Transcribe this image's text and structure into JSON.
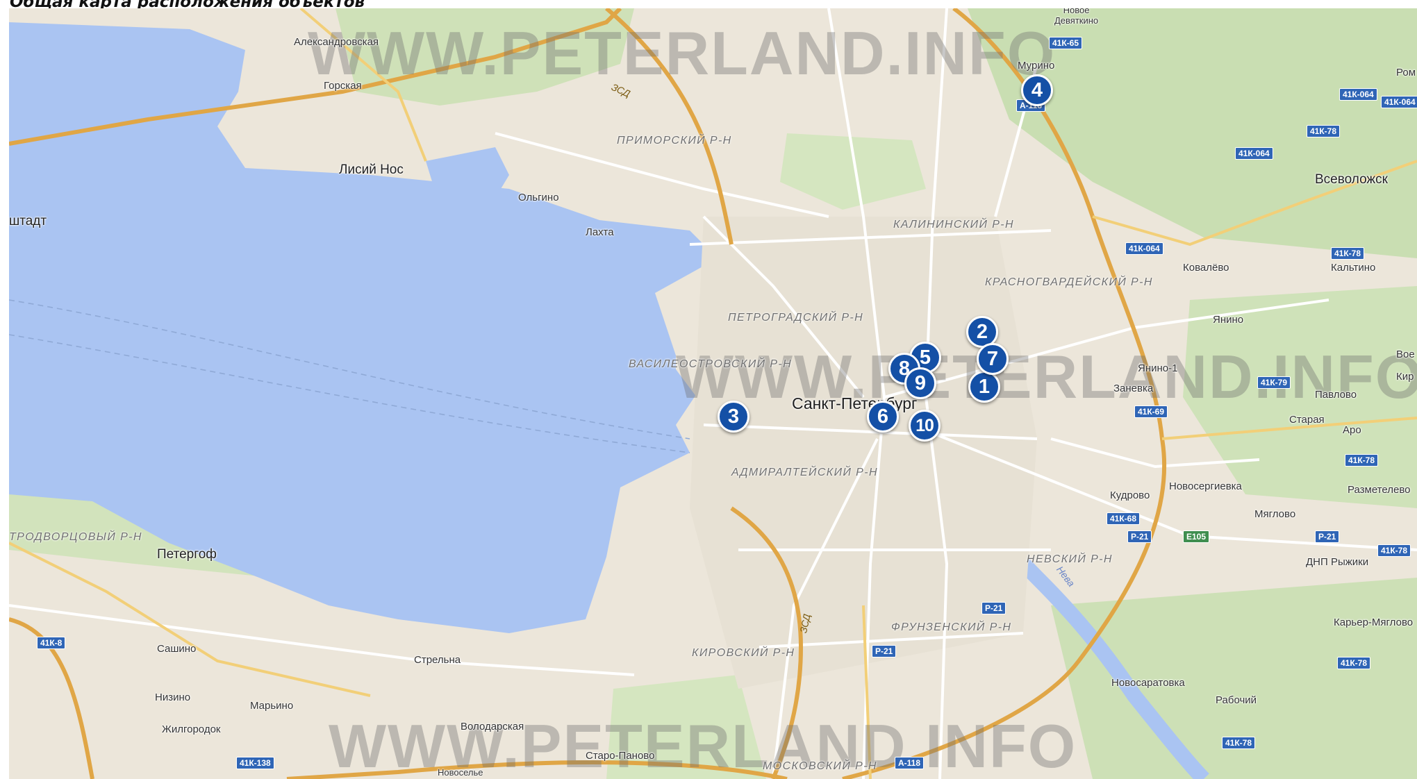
{
  "caption": "Общая карта расположения объектов",
  "watermarks": [
    "WWW.PETERLAND.INFO",
    "WWW.PETERLAND.INFO",
    "WWW.PETERLAND.INFO"
  ],
  "city_label": "Санкт-Петербург",
  "places": {
    "aleksandrovskaya": "Александровская",
    "gorskaya": "Горская",
    "lisiy_nos": "Лисий Нос",
    "olgino": "Ольгино",
    "lakhta": "Лахта",
    "kronshtadt": "штадт",
    "novoe_devyatkino": "Новое\nДевяткино",
    "murino": "Мурино",
    "rom": "Ром",
    "vsevolozhsk": "Всеволожск",
    "kovalevo": "Ковалёво",
    "kaltino": "Кальтино",
    "yanino": "Янино",
    "yanino1": "Янино-1",
    "zanevka": "Заневка",
    "pavlovo": "Павлово",
    "voe": "Вое",
    "kir": "Кир",
    "staraya": "Старая",
    "aro": "Аро",
    "razmetelevo": "Разметелево",
    "kudrovo": "Кудрово",
    "novosergievka": "Новосергиевка",
    "maglovo": "Мяглово",
    "dnp_ryzhiki": "ДНП Рыжики",
    "karyer_myaglovo": "Карьер-Мяглово",
    "novosaratovka": "Новосаратовка",
    "rabochiy": "Рабочий",
    "peterhof": "Петергоф",
    "sashino": "Сашино",
    "strelna": "Стрельна",
    "nizino": "Низино",
    "maryino": "Марьино",
    "zhilgorodok": "Жилгородок",
    "volodarskaya": "Володарская",
    "staro_panovo": "Старо-Паново",
    "novoselye": "Новоселье"
  },
  "districts": {
    "primorsky": "ПРИМОРСКИЙ Р-Н",
    "kalininsky": "КАЛИНИНСКИЙ Р-Н",
    "krasnogvardeysky": "КРАСНОГВАРДЕЙСКИЙ Р-Н",
    "petrogradsky": "ПЕТРОГРАДСКИЙ Р-Н",
    "vasileostrovsky": "ВАСИЛЕОСТРОВСКИЙ Р-Н",
    "admiralteysky": "АДМИРАЛТЕЙСКИЙ Р-Н",
    "petrodvortsovy": "ТРОДВОРЦОВЫЙ Р-Н",
    "nevsky": "НЕВСКИЙ Р-Н",
    "frunzensky": "ФРУНЗЕНСКИЙ Р-Н",
    "kirovsky": "КИРОВСКИЙ Р-Н",
    "moskovsky": "МОСКОВСКИЙ Р-Н"
  },
  "road_labels": {
    "zsd_north": "ЗСД",
    "zsd_south": "ЗСД",
    "neva": "Нева"
  },
  "shields": {
    "k65": "41К-65",
    "a118_north": "А-118",
    "k064_a": "41К-064",
    "k064_b": "41К-064",
    "k064_c": "41К-064",
    "k064_d": "41К-064",
    "k78_a": "41К-78",
    "k78_b": "41К-78",
    "k78_c": "41К-78",
    "k78_d": "41К-78",
    "k78_e": "41К-78",
    "k78_f": "41К-78",
    "k79": "41К-79",
    "k69": "41К-69",
    "k68": "41К-68",
    "p21_a": "Р-21",
    "p21_b": "Р-21",
    "p21_c": "Р-21",
    "p21_d": "Р-21",
    "e105": "E105",
    "k8": "41К-8",
    "k138": "41К-138",
    "a118_south": "А-118"
  },
  "markers": [
    "1",
    "2",
    "3",
    "4",
    "5",
    "6",
    "7",
    "8",
    "9",
    "10"
  ],
  "colors": {
    "water": "#aac4f2",
    "land": "#ece6da",
    "park": "#c8deb1",
    "ring_road": "#e0a646",
    "road": "#ffffff",
    "marker": "#1450a6",
    "watermark": "#8a8a8a"
  }
}
